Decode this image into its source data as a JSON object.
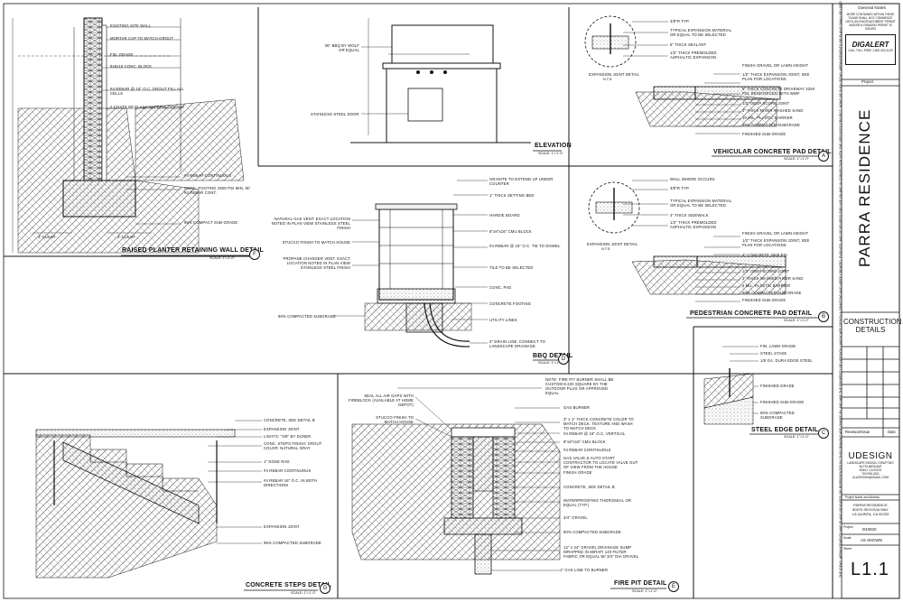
{
  "details": {
    "raised_planter": {
      "title": "RAISED PLANTER RETAINING WALL DETAIL",
      "scale": "SCALE: 1\"=1'-0\"",
      "letter": "F",
      "callouts": [
        "EXISTING SITE WALL",
        "MORTAR CAP TO MATCH GROUT",
        "FIN. GRADE",
        "8x8x16 CONC. BLOCK",
        "#4 REBAR @ 16\" O.C. GROUT FILL ALL CELLS",
        "2 COATS OF FLASH SUPERBLOCKAGE",
        "#4 REBAR CONTINUOUS",
        "CONC. FOOTING 2500 PSI MIN. W/ #4 REBAR CONT.",
        "95% COMPACT SUB-GRADE"
      ],
      "dims": [
        "3' CLEAR",
        "3' CLEAR"
      ]
    },
    "elevation": {
      "title": "ELEVATION",
      "scale": "SCALE: 1\"=1'-0\"",
      "callouts": [
        "36\" BBQ BY WOLF OR EQUAL",
        "STAINLESS STEEL DOOR"
      ]
    },
    "bbq": {
      "title": "BBQ DETAIL",
      "scale": "SCALE: 1\"=1'-0\"",
      "letter": "D",
      "left_callouts": [
        "NATURAL GAS VENT. EXACT LOCATION NOTED IN PLAN VIEW STAINLESS STEEL FINISH",
        "STUCCO FINISH TO MATCH HOUSE",
        "PROPANE CHANGER VENT. EXACT LOCATION NOTED IN PLAN VIEW STAINLESS STEEL FINISH",
        "90% COMPACTED SUBGRADE"
      ],
      "right_callouts": [
        "GRANITE TO EXTEND UP UNDER COUNTER",
        "1\" THICK SETTING BED",
        "HARDIE BOARD",
        "8\"x8\"x16\" CMU BLOCK",
        "#4 REBAR @ 16\" O.C. TIE TO DOWEL",
        "TILE TO BE SELECTED",
        "CONC. PAD",
        "CONCRETE FOOTING",
        "UTILITY LINES",
        "3\" DRAIN LINE. CONNECT TO LANDSCAPE DRAINAGE"
      ]
    },
    "vehicular": {
      "title": "VEHICULAR CONCRETE PAD DETAIL",
      "scale": "SCALE: 1\"=1'-0\"",
      "letter": "A",
      "joint_title": "EXPANSION JOINT DETAIL",
      "joint_scale": "N.T.S.",
      "callouts": [
        "3/8\"R TYP.",
        "TYPICAL EXPANSION MATERIAL OR EQUAL TO BE SELECTED",
        "6\" THICK SEALANT",
        "1/2\" THICK PREMOLDED ASPHALTIC EXPANSION",
        "FINISH GRAVEL OR LAWN HEIGHT",
        "1/2\" THICK EXPANSION JOINT, SEE PLAN FOR LOCATIONS",
        "6\" THICK CONCRETE DRIVEWAY 3250 PSI, REINFORCED WITH WWF",
        "1/2\" DEEP SCORE JOINT",
        "3\" THICK RIVER WASHED SAND",
        "10 MIL. PLASTIC BARRIER",
        "95% COMPACTED SUBGRADE",
        "FINISHED SUB-GRADE"
      ]
    },
    "pedestrian": {
      "title": "PEDESTRIAN CONCRETE PAD DETAIL",
      "scale": "SCALE: 1\"=1'-0\"",
      "letter": "B",
      "joint_title": "EXPANSION JOINT DETAIL",
      "joint_scale": "N.T.S.",
      "callouts": [
        "WALL WHERE OCCURS",
        "3/8\"R TYP.",
        "TYPICAL EXPANSION MATERIAL OR EQUAL TO BE SELECTED",
        "4\" THICK SIDEWALK",
        "1/2\" THICK PREMOLDED ASPHALTIC EXPANSION",
        "FINISH GRAVEL OR LAWN HEIGHT",
        "1/2\" THICK EXPANSION JOINT, SEE PLAN FOR LOCATIONS",
        "4\" CONCRETE 2500 PSI",
        "1/2\" DEEP SCORE JOINT",
        "3\" THICK WASHED RIVER SAND",
        "6 MIL. PLASTIC BARRIER",
        "90% COMPACTED SUB-GRADE",
        "FINISHED SUB-GRADE"
      ]
    },
    "steel_edge": {
      "title": "STEEL EDGE DETAIL",
      "scale": "SCALE: 1\"=1'-0\"",
      "letter": "C",
      "callouts": [
        "FIN. LAWN GRADE",
        "STEEL STAKE",
        "1/8 GA. DURA EDGE STEEL",
        "FINISHED GRADE",
        "FINISHED SUB-GRADE",
        "90% COMPACTED SUBGRADE"
      ]
    },
    "steps": {
      "title": "CONCRETE STEPS DETAIL",
      "scale": "SCALE: 1\"=1'-0\"",
      "letter": "G",
      "callouts": [
        "CONCRETE, SEE DETAIL B",
        "EXPANSION JOINT",
        "LIGHTS: \"3/8\" BY DUNER",
        "CONC. STEPS FINISH: GROUT COLOR: NATURAL GRAY",
        "1\" NOSE RAD.",
        "#4 REBAR CONTINUOUS",
        "#4 REBAR 18\" O.C. IN BOTH DIRECTIONS",
        "EXPANSION JOINT",
        "95% COMPACTED SUBGRADE"
      ]
    },
    "fire_pit": {
      "title": "FIRE PIT DETAIL",
      "scale": "SCALE: 1\"=1'-0\"",
      "letter": "E",
      "note": "NOTE: FIRE PIT BURNER SHALL BE CUSTOM 8-220 SQUARE BY THE OUTDOOR PLUG OR APPROVED EQUAL",
      "left_callouts": [
        "SEAL ALL AIR GAPS WITH FIREBLOCK (AVAILABLE AT HOME DEPOT)",
        "STUCCO FINISH TO MATCH HOUSE"
      ],
      "right_callouts": [
        "GAS BURNER",
        "3\" x 1\" THICK CONCRETE COLOR TO MATCH DECK. TEXTURE AND WASH TO MATCH DECK",
        "#4 REBAR @ 16\" O.C. VERTICAL",
        "8\"x8\"x16\" CMU BLOCK",
        "#4 REBAR CONTINUOUS",
        "GAS VALVE & AUTO START CONTRACTOR TO LOCATE VALVE OUT OF VIEW FROM THE HOUSE",
        "FINISH GRADE",
        "CONCRETE, SEE DETAIL B",
        "WATERPROOFING THOROSEAL OR EQUAL (TYP.)",
        "3/4\" GRAVEL",
        "90% COMPACTED SUBGRADE",
        "12\" x 24\" GRAVEL DRAINAGE SUMP WRAPPED IN MIRAFI 140 FILTER FABRIC OR EQUAL W/ 3/4\" DIA GRAVEL",
        "1\" GAS LINE TO BURNER"
      ]
    }
  },
  "title_block": {
    "general_notes_heading": "General Notes",
    "general_notes_body": "MORE CONTAINED WITHIN THESE PLANS SHALL NOT COMMENCE UNTIL AN ENCROACHMENT PERMIT AND/OR A GRADING PERMIT IS ISSUED",
    "dig_alert": "DIGALERT",
    "dig_alert_sub": "CALL TOLL FREE 1-800 422-4133",
    "project_label": "Project",
    "project_name": "PARRA RESIDENCE",
    "sheet_title": "CONSTRUCTION DETAILS",
    "revision_label": "Revision/Issue",
    "date_label": "Date",
    "firm_name": "UDESIGN",
    "firm_sub": "LANDSCAPE DESIGN / DRAFTING",
    "firm_lines": [
      "84 TELMIRA AVE",
      "INDIO, CA 92201",
      "760 996-4311",
      "ULUDESIGN@GMAIL.COM"
    ],
    "project_name_label": "Project Name and Address",
    "project_address_lines": [
      "PARRA RESIDENCE",
      "80375 SEGOVIA WAY",
      "LA QUINTA, CA 92253"
    ],
    "project_field_label": "Project",
    "project_field_value": "D40920",
    "scale_label": "Scale",
    "scale_value": "AS SHOWN",
    "sheet_label": "Sheet",
    "sheet_number": "L1.1",
    "vertical_disclaimer": "THE IDEAS, ARRANGEMENTS AND PLANS INDICATED OR REPRESENTED BY THIS DRAWING ARE OWNED BY AND ARE THE PROPERTY OF UDESIGN LANDSCAPE DESIGN & DRAFTING AND WERE CREATED, EVOLVED, AND DEVELOPED FOR USE ON AND IN CONNECTION WITH THE SPECIFIED PROJECT. NONE OF SUCH IDEAS, ARRANGEMENTS OR PLANS SHALL BE USED BY OR DISCLOSED TO ANY PERSON, FIRM OR CORPORATION WITHOUT THE WRITTEN CONSENT OF UDESIGN"
  }
}
